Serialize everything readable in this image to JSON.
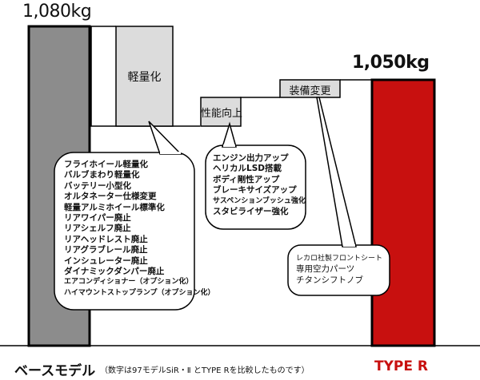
{
  "base": {
    "weight": "1,080kg",
    "label": "ベースモデル",
    "color": "#8c8c8c"
  },
  "type_r": {
    "weight": "1,050kg",
    "label": "TYPE R",
    "color": "#c8100f"
  },
  "note": "（数字は97モデルSiR・Ⅱ とTYPE Rを比較したものです）",
  "steps": [
    {
      "label": "軽量化",
      "items": [
        "フライホイール軽量化",
        "バルブまわり軽量化",
        "バッテリー小型化",
        "オルタネーター仕様変更",
        "軽量アルミホイール標準化",
        "リアワイパー廃止",
        "リアシェルフ廃止",
        "リアヘッドレスト廃止",
        "リアグラブレール廃止",
        "インシュレーター廃止",
        "ダイナミックダンパー廃止",
        "エアコンディショナー（オプション化）",
        "ハイマウントストップランプ（オプション化）"
      ]
    },
    {
      "label": "性能向上",
      "items": [
        "エンジン出力アップ",
        "ヘリカルLSD搭載",
        "ボディ剛性アップ",
        "ブレーキサイズアップ",
        "サスペンションブッシュ強化",
        "スタビライザー強化"
      ]
    },
    {
      "label": "装備変更",
      "items": [
        "レカロ社製フロントシート",
        "専用空力パーツ",
        "チタンシフトノブ"
      ]
    }
  ],
  "step_fill": "#dcdcdc"
}
